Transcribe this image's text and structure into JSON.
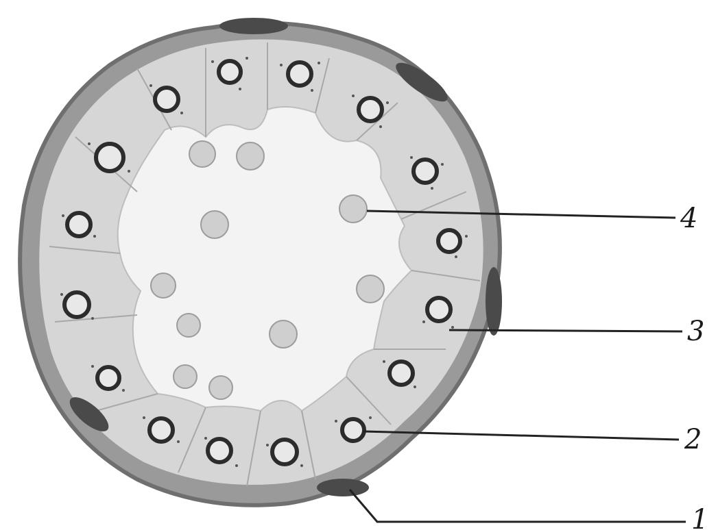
{
  "figure": {
    "labels": [
      {
        "id": "1",
        "text": "1"
      },
      {
        "id": "2",
        "text": "2"
      },
      {
        "id": "3",
        "text": "3"
      },
      {
        "id": "4",
        "text": "4"
      }
    ]
  },
  "colors": {
    "outer_wall": "#9a9a9a",
    "outer_wall_dark": "#6f6f6f",
    "cell_layer": "#d6d6d6",
    "inner_cavity": "#f3f3f3",
    "nucleus_ring": "#2c2c2c",
    "droplet": "#cfcfcf",
    "leader_line": "#222222"
  }
}
